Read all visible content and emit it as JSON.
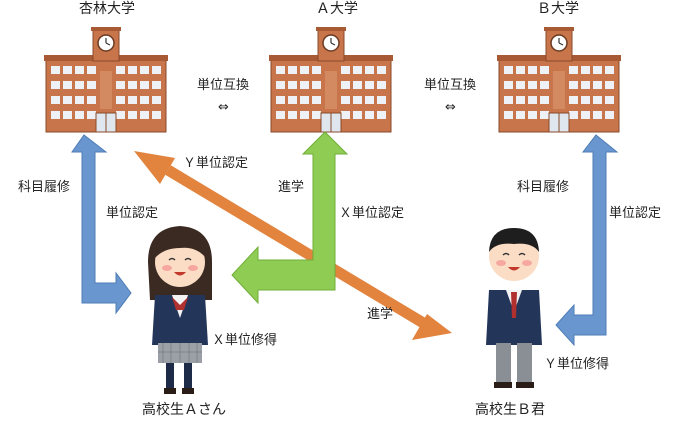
{
  "universities": {
    "kyorin": "杏林大学",
    "a": "Ａ大学",
    "b": "Ｂ大学"
  },
  "exchange": {
    "left_label": "単位互換",
    "left_symbol": "⇔",
    "right_label": "単位互換",
    "right_symbol": "⇔"
  },
  "arrows": {
    "a_left_outer": "科目履修",
    "a_left_inner": "単位認定",
    "y_recognition": "Ｙ単位認定",
    "a_advance": "進学",
    "x_recognition": "Ｘ単位認定",
    "b_advance": "進学",
    "b_right_outer": "科目履修",
    "b_right_inner": "単位認定"
  },
  "students": {
    "a_credit": "Ｘ単位修得",
    "a_name": "高校生Ａさん",
    "b_credit": "Ｙ単位修得",
    "b_name": "高校生Ｂ君"
  },
  "colors": {
    "building": "#c8754b",
    "roof": "#a85a35",
    "blue_arrow": "#6a96cf",
    "orange_arrow": "#e2833e",
    "green_arrow": "#8fcc53",
    "blazer": "#24355a"
  }
}
